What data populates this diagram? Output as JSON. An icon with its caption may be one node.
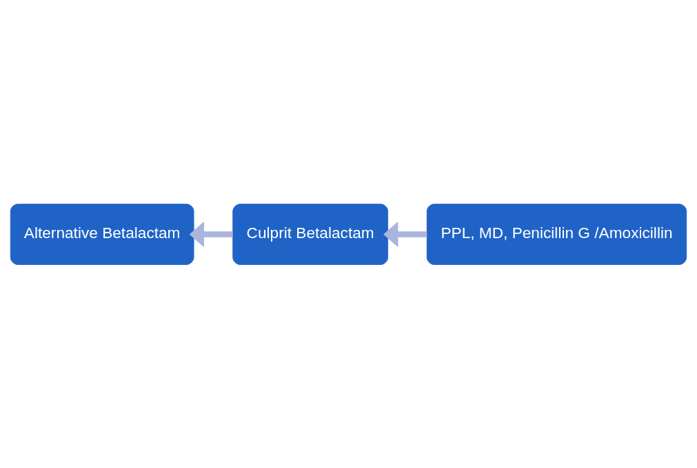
{
  "diagram": {
    "nodes": [
      {
        "text": [
          "Alternative Betalactam"
        ]
      },
      {
        "text": [
          "Culprit Betalactam"
        ]
      },
      {
        "text": [
          "PPL, MD, Penicillin G /Amoxicillin"
        ]
      }
    ],
    "edges": [
      {
        "from": 2,
        "to": 1,
        "arrow": "to"
      },
      {
        "from": 1,
        "to": 0,
        "arrow": "to"
      }
    ]
  }
}
